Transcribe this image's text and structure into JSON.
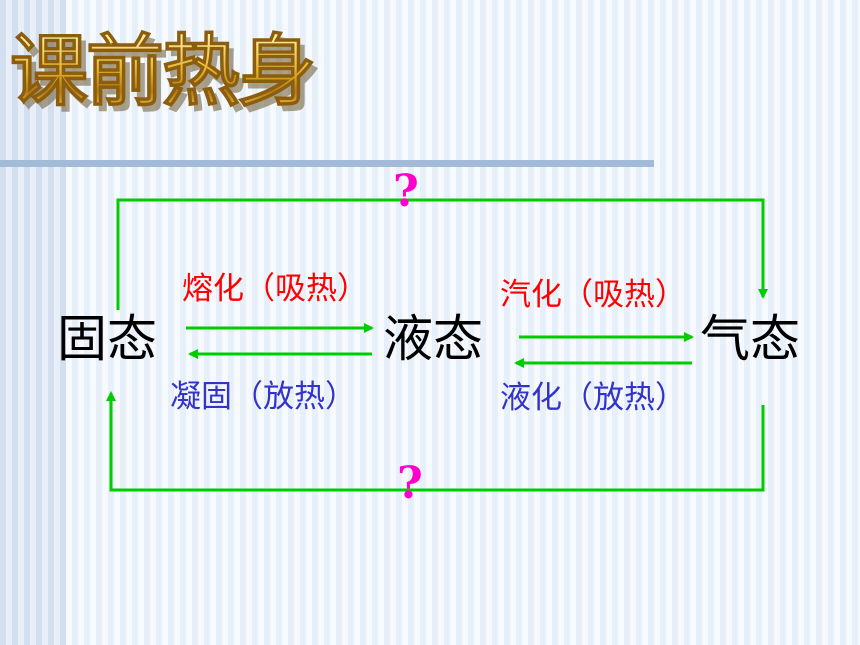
{
  "slide": {
    "title": "课前热身"
  },
  "states": {
    "solid": "固态",
    "liquid": "液态",
    "gas": "气态"
  },
  "processes": {
    "melting": "熔化（吸热）",
    "solidification": "凝固（放热）",
    "vaporization": "汽化（吸热）",
    "liquefaction": "液化（放热）"
  },
  "unknowns": {
    "top": "?",
    "bottom": "?"
  },
  "colors": {
    "arrow": "#00cc00",
    "absorb_label": "#ff0000",
    "release_label": "#3333cc",
    "question_mark": "#ff00cc",
    "title_gold": "#e9b830"
  }
}
